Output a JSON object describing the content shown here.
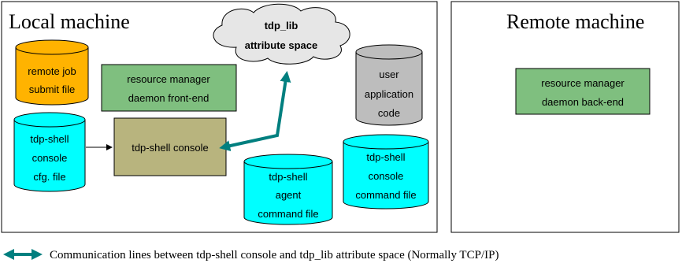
{
  "local_machine": {
    "title": "Local machine",
    "remote_job_file": [
      "remote job",
      "submit file"
    ],
    "rm_frontend": [
      "resource manager",
      "daemon front-end"
    ],
    "user_app": [
      "user",
      "application",
      "code"
    ],
    "console_cfg": [
      "tdp-shell",
      "console",
      "cfg. file"
    ],
    "console": "tdp-shell console",
    "agent_cmd": [
      "tdp-shell",
      "agent",
      "command file"
    ],
    "console_cmd": [
      "tdp-shell",
      "console",
      "command file"
    ],
    "attribute_space": [
      "tdp_lib",
      "attribute space"
    ]
  },
  "remote_machine": {
    "title": "Remote machine",
    "rm_backend": [
      "resource manager",
      "daemon back-end"
    ]
  },
  "legend": {
    "text": "Communication lines between tdp-shell console and tdp_lib attribute space (Normally TCP/IP)"
  },
  "colors": {
    "orange": "#ffb300",
    "gray": "#bdbdbd",
    "cyan": "#00ffff",
    "green": "#7fbf7f",
    "khaki": "#b8b47e",
    "teal": "#007f7f"
  }
}
